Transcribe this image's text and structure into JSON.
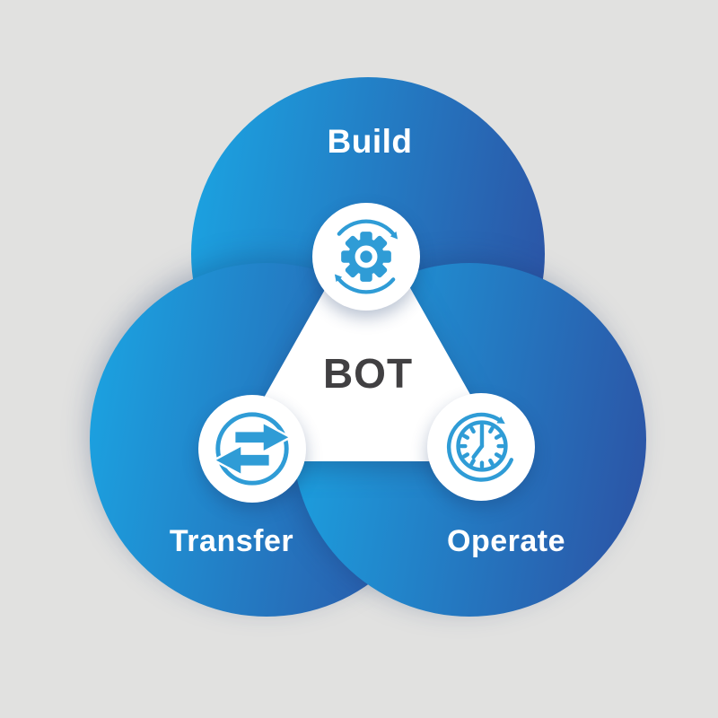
{
  "diagram": {
    "type": "venn-process",
    "center": {
      "label": "BOT"
    },
    "nodes": [
      {
        "id": "build",
        "label": "Build",
        "icon": "gear-sync-icon",
        "position": "top"
      },
      {
        "id": "transfer",
        "label": "Transfer",
        "icon": "transfer-arrows-icon",
        "position": "bottom-left"
      },
      {
        "id": "operate",
        "label": "Operate",
        "icon": "clock-history-icon",
        "position": "bottom-right"
      }
    ],
    "colors": {
      "background": "#e1e1e0",
      "circle_gradient_start": "#1ba4e2",
      "circle_gradient_end": "#2c52a4",
      "icon_blue": "#2f9cd6",
      "badge_background": "#ffffff",
      "label_text": "#ffffff",
      "center_text": "#414042",
      "triangle_fill": "#ffffff"
    }
  }
}
